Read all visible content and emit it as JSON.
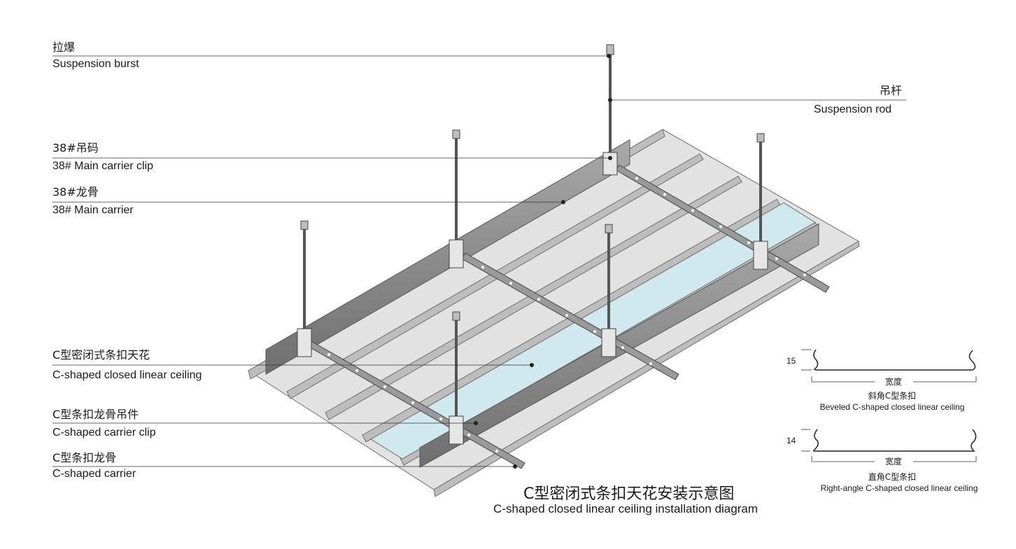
{
  "labels": {
    "burst_cn": "拉爆",
    "burst_en": "Suspension burst",
    "rod_cn": "吊杆",
    "rod_en": "Suspension rod",
    "main_clip_cn": "38#吊码",
    "main_clip_en": "38# Main carrier clip",
    "main_carrier_cn": "38#龙骨",
    "main_carrier_en": "38# Main carrier",
    "ceiling_cn": "C型密闭式条扣天花",
    "ceiling_en": "C-shaped closed linear ceiling",
    "carrier_clip_cn": "C型条扣龙骨吊件",
    "carrier_clip_en": "C-shaped carrier clip",
    "carrier_cn": "C型条扣龙骨",
    "carrier_en": "C-shaped carrier"
  },
  "profiles": {
    "beveled": {
      "height": "15",
      "width_label": "宽度",
      "name_cn": "斜角C型条扣",
      "name_en": "Beveled C-shaped closed linear ceiling"
    },
    "right_angle": {
      "height": "14",
      "width_label": "宽度",
      "name_cn": "直角C型条扣",
      "name_en": "Right-angle C-shaped closed linear ceiling"
    }
  },
  "title": {
    "cn": "C型密闭式条扣天花安装示意图",
    "en": "C-shaped closed linear ceiling installation diagram"
  },
  "colors": {
    "panel": "#d9d9d9",
    "panel_edge": "#6e6e6e",
    "carrier": "#8c8c8c",
    "highlight_panel": "#cfe9ee",
    "line": "#333333"
  }
}
